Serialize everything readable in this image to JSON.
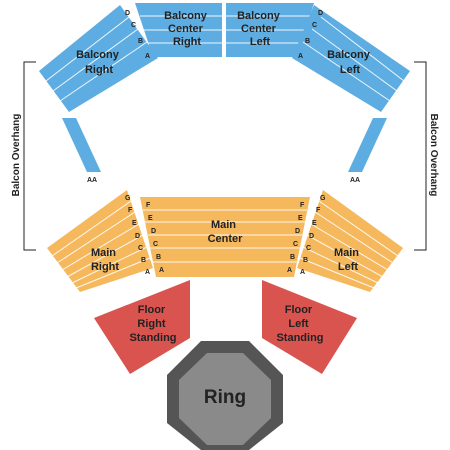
{
  "colors": {
    "balcony": "#5dade2",
    "main": "#f5b85c",
    "floor": "#d9534f",
    "ring_outer": "#555555",
    "ring_inner": "#8a8a8a",
    "bracket": "#222222"
  },
  "overhang": {
    "left_label": "Balcon Overhang",
    "right_label": "Balcon Overhang"
  },
  "balcony": {
    "center_right": {
      "label_lines": [
        "Balcony",
        "Center",
        "Right"
      ]
    },
    "center_left": {
      "label_lines": [
        "Balcony",
        "Center",
        "Left"
      ]
    },
    "right": {
      "label_lines": [
        "Balcony",
        "Right"
      ],
      "rows": [
        "D",
        "C",
        "B",
        "A"
      ]
    },
    "left": {
      "label_lines": [
        "Balcony",
        "Left"
      ],
      "rows": [
        "D",
        "C",
        "B",
        "A"
      ]
    },
    "aa_left": {
      "label": "AA"
    },
    "aa_right": {
      "label": "AA"
    }
  },
  "main": {
    "right": {
      "label_lines": [
        "Main",
        "Right"
      ],
      "rows": [
        "G",
        "F",
        "E",
        "D",
        "C",
        "B",
        "A"
      ]
    },
    "center": {
      "label_lines": [
        "Main",
        "Center"
      ],
      "rows_left": [
        "F",
        "E",
        "D",
        "C",
        "B",
        "A"
      ],
      "rows_right": [
        "F",
        "E",
        "D",
        "C",
        "B",
        "A"
      ]
    },
    "left": {
      "label_lines": [
        "Main",
        "Left"
      ],
      "rows": [
        "G",
        "F",
        "E",
        "D",
        "C",
        "B",
        "A"
      ]
    }
  },
  "floor": {
    "right": {
      "label_lines": [
        "Floor",
        "Right",
        "Standing"
      ]
    },
    "left": {
      "label_lines": [
        "Floor",
        "Left",
        "Standing"
      ]
    }
  },
  "ring": {
    "label": "Ring"
  }
}
